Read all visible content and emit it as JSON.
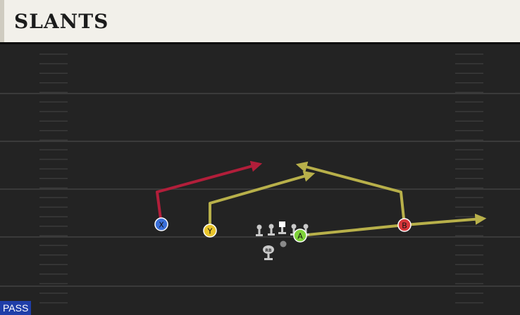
{
  "play": {
    "name": "SLANTS",
    "type_badge": "PASS"
  },
  "colors": {
    "field": "#232323",
    "header_bg": "#f2f0ea",
    "route_primary": "#b21e3a",
    "route_secondary": "#b8b04a",
    "badge_bg": "#1f3ea8"
  },
  "players": [
    {
      "id": "X",
      "color": "#3a6fd8",
      "route_color": "#b21e3a"
    },
    {
      "id": "Y",
      "color": "#e9c52c",
      "route_color": "#b8b04a"
    },
    {
      "id": "A",
      "color": "#7fd23a",
      "route_color": "#b8b04a"
    },
    {
      "id": "B",
      "color": "#d8363a",
      "route_color": "#b8b04a"
    }
  ],
  "backfield": {
    "rb_label": "RB"
  }
}
